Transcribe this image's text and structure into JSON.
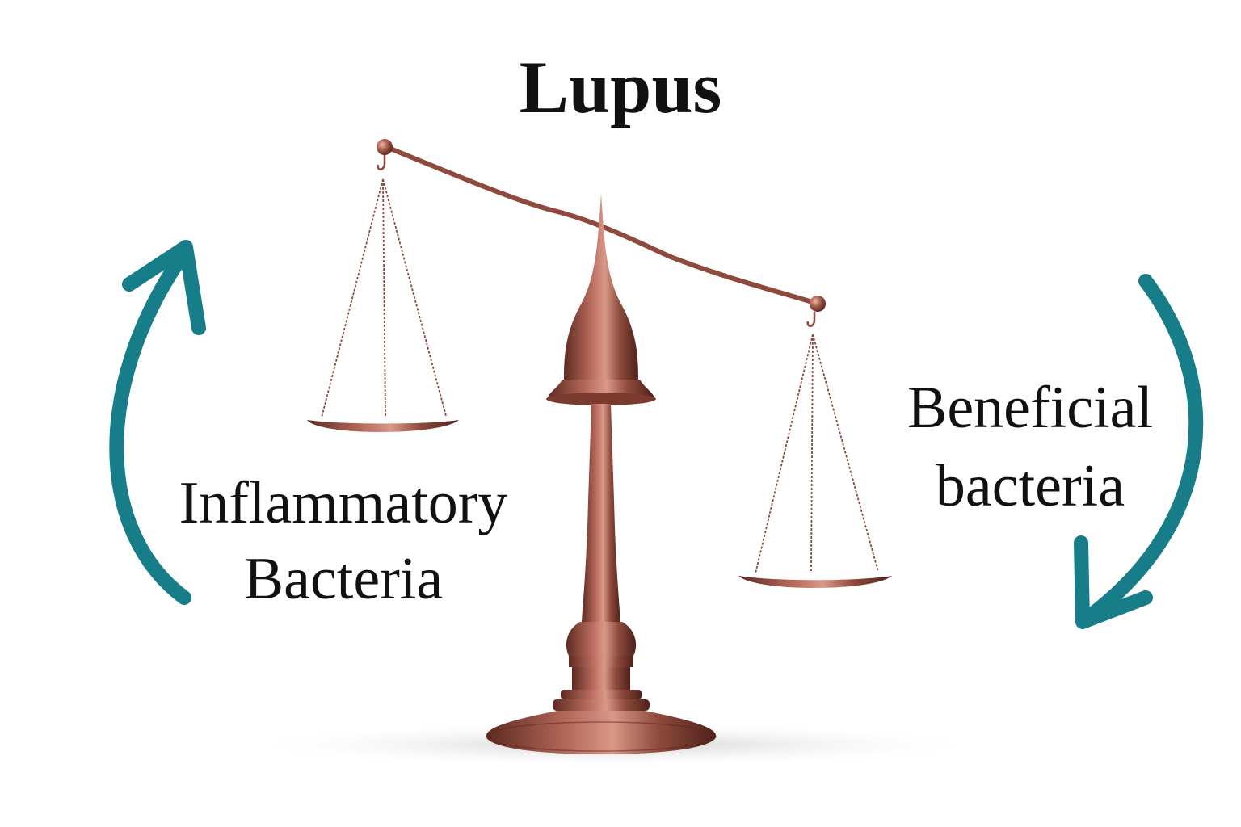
{
  "title": "Lupus",
  "left_label": {
    "line1": "Inflammatory",
    "line2": "Bacteria"
  },
  "right_label": {
    "line1": "Beneficial",
    "line2": "bacteria"
  },
  "colors": {
    "arrow": "#177E89",
    "scale": "#8E4A3C",
    "text": "#111111"
  },
  "icons": {
    "scale": "balance-scale-icon",
    "arrow_up": "curved-arrow-up-icon",
    "arrow_down": "curved-arrow-down-icon"
  }
}
